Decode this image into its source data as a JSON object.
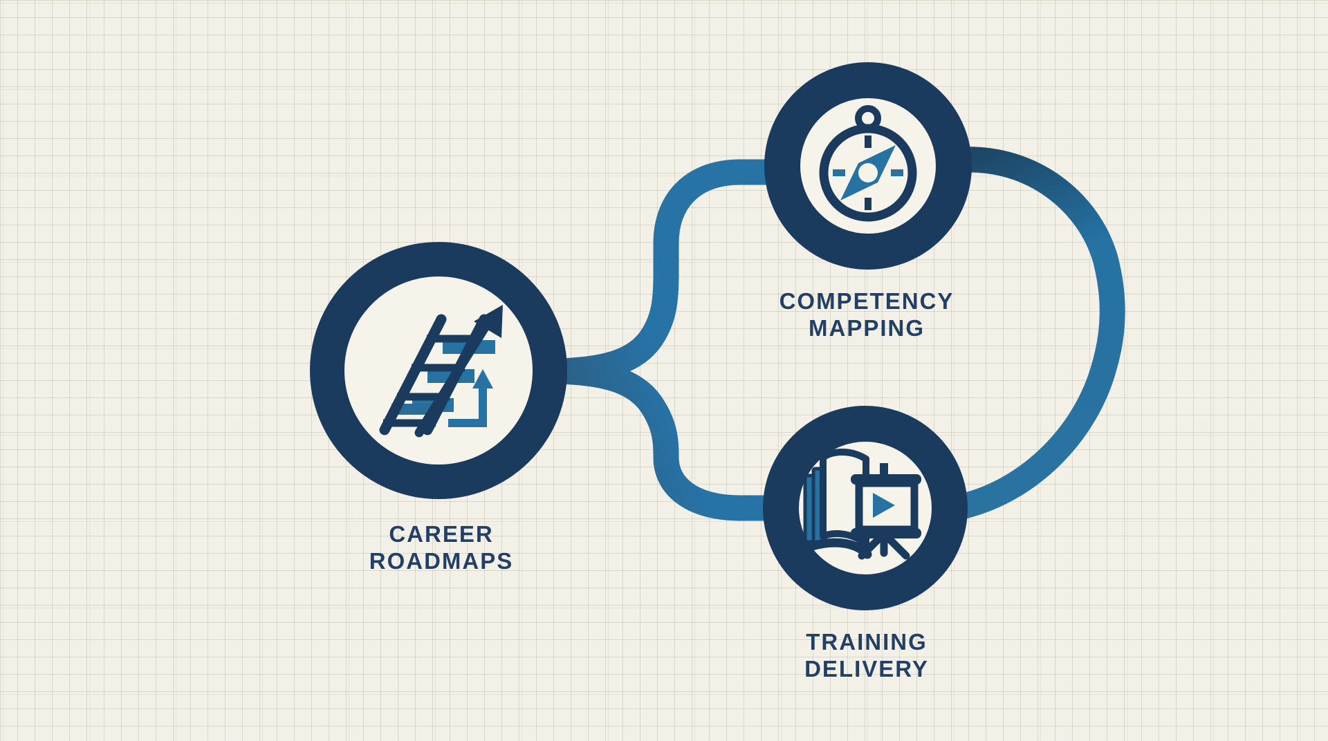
{
  "diagram": {
    "type": "process-loop-infographic",
    "background_color": "#f3f0e7",
    "grid_color": "#cfc9b4",
    "accent_navy": "#1b3b5e",
    "accent_teal": "#2572a3",
    "node_fill": "#f6f3ea",
    "text_color": "#223f66"
  },
  "nodes": [
    {
      "id": "career-roadmaps",
      "label_line1": "CAREER",
      "label_line2": "ROADMAPS",
      "icon": "ladder-growth-arrow-icon"
    },
    {
      "id": "competency-mapping",
      "label_line1": "COMPETENCY",
      "label_line2": "MAPPING",
      "icon": "compass-icon"
    },
    {
      "id": "training-delivery",
      "label_line1": "TRAINING",
      "label_line2": "DELIVERY",
      "icon": "book-presentation-play-icon"
    }
  ],
  "connectors": [
    {
      "id": "career-to-competency",
      "style": "teal-curved-band"
    },
    {
      "id": "career-to-training",
      "style": "teal-curved-band"
    },
    {
      "id": "competency-to-training-loop",
      "style": "teal-curved-band"
    }
  ]
}
